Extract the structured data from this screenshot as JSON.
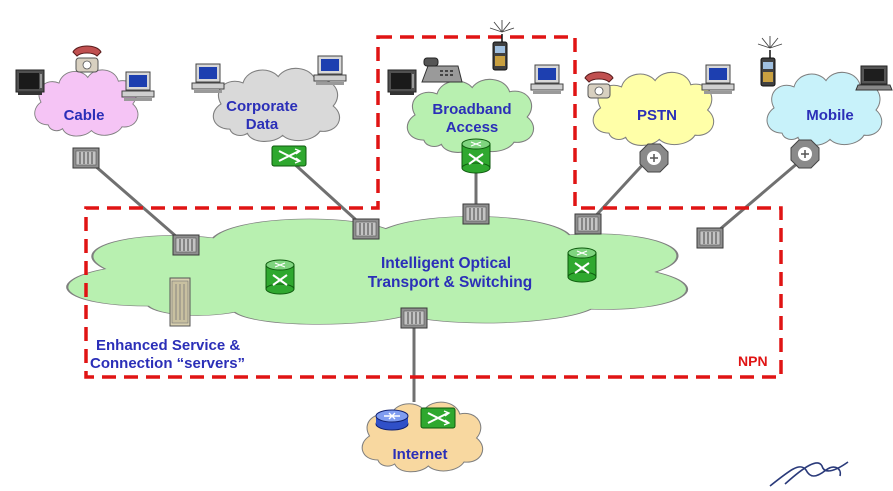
{
  "labels": {
    "cable": "Cable",
    "corporate_line1": "Corporate",
    "corporate_line2": "Data",
    "broadband_line1": "Broadband",
    "broadband_line2": "Access",
    "pstn": "PSTN",
    "mobile": "Mobile",
    "core_line1": "Intelligent Optical",
    "core_line2": "Transport & Switching",
    "enhanced_line1": "Enhanced Service &",
    "enhanced_line2": "Connection “servers”",
    "npn": "NPN",
    "internet": "Internet"
  },
  "colors": {
    "label_text": "#2b2fb8",
    "npn_dash": "#e01414",
    "cable_cloud": "#f5c4f5",
    "corporate_cloud": "#d9d9d9",
    "broadband_cloud": "#b8f0b0",
    "pstn_cloud": "#ffffa8",
    "mobile_cloud": "#c8f2fa",
    "core_cloud": "#b8f0b0",
    "internet_cloud": "#f8d8a0"
  },
  "icons": [
    "tv-icon",
    "telephone-icon",
    "computer-icon",
    "switch-icon",
    "router-icon",
    "cell-phone-icon",
    "laptop-icon",
    "server-rack-icon",
    "pbx-phone-icon",
    "logo-signature"
  ]
}
